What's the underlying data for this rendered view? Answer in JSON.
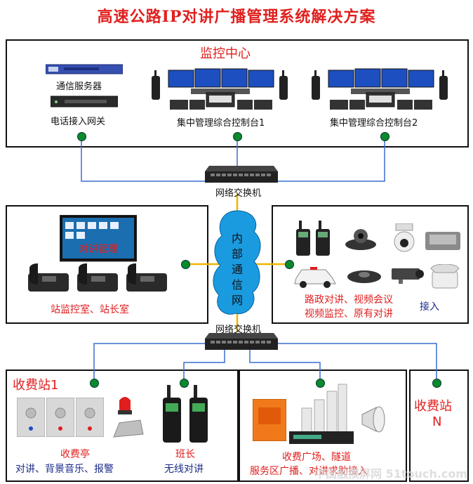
{
  "title": "高速公路IP对讲广播管理系统解决方案",
  "monitor_center": {
    "heading": "监控中心",
    "telecom_server": "通信服务器",
    "phone_gateway": "电话接入网关",
    "console1": "集中管理综合控制台1",
    "console2": "集中管理综合控制台2"
  },
  "switch_label": "网络交换机",
  "cloud_label": "内部通信网",
  "station_room": {
    "screen_caption": "对讲管理",
    "caption": "站监控室、站长室"
  },
  "access": {
    "line1": "路政对讲、视频会议",
    "line2": "视频监控、原有对讲",
    "suffix": "接入"
  },
  "toll1": {
    "heading": "收费站1",
    "booth_title": "收费亭",
    "booth_desc": "对讲、背景音乐、报警",
    "leader_title": "班长",
    "leader_desc": "无线对讲"
  },
  "plaza": {
    "line1": "收费广场、隧道",
    "line2": "服务区广播、对讲求助接入"
  },
  "tollN": {
    "heading": "收费站",
    "sub": "N"
  },
  "watermark": "中国触摸屏网 51touch.com",
  "colors": {
    "red": "#e01e1e",
    "line_blue": "#3a6fd0",
    "line_yellow": "#f0b400",
    "node_green": "#0a8a2a"
  }
}
